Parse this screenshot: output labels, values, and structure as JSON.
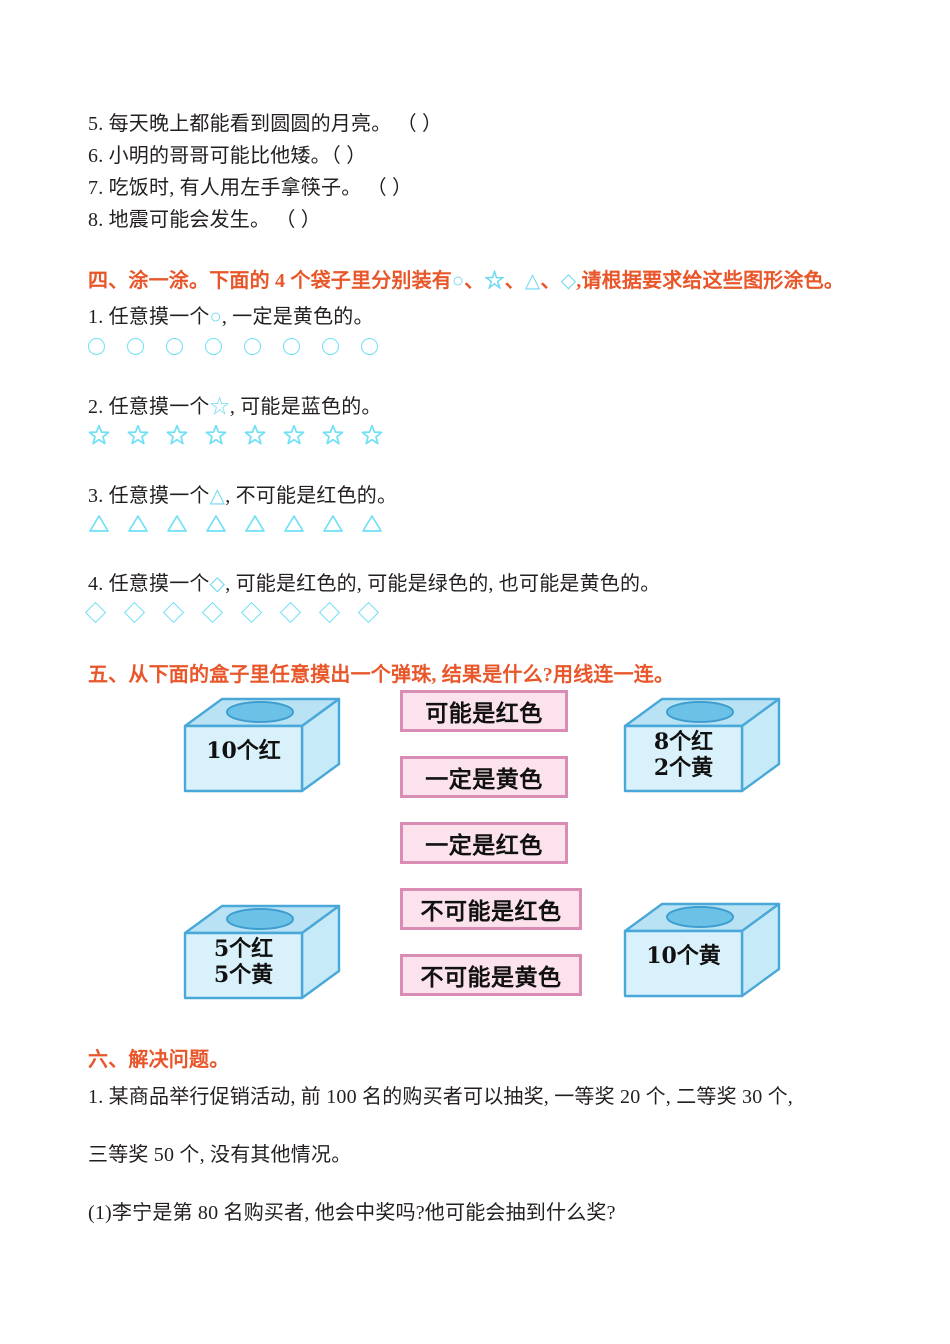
{
  "colors": {
    "heading": "#e8562a",
    "shape_cyan": "#6fe0f5",
    "box_top_face": "#b9e3f4",
    "box_front_face": "#d8f1fb",
    "box_side_face": "#c7eaf8",
    "box_stroke": "#4aa8d8",
    "box_hole": "#6cc2e6",
    "option_fill": "#fbe2ec",
    "option_border": "#d98cb4",
    "text": "#231f20"
  },
  "section_three_tail": {
    "items": [
      "5. 每天晚上都能看到圆圆的月亮。 （      ）",
      "6. 小明的哥哥可能比他矮。（      ）",
      "7. 吃饭时, 有人用左手拿筷子。 （      ）",
      "8. 地震可能会发生。     （      ）"
    ]
  },
  "section_four": {
    "heading_parts": {
      "a": "四、涂一涂。下面的 4 个袋子里分别装有",
      "s1": "○",
      "b": "、",
      "s2": "☆",
      "c": "、",
      "s3": "△",
      "d": "、",
      "s4": "◇",
      "e": ",请根据要求给这些图形涂色。"
    },
    "questions": [
      {
        "prefix": "1. 任意摸一个",
        "shape": "○",
        "suffix": ", 一定是黄色的。",
        "shape_kind": "circle",
        "count": 8
      },
      {
        "prefix": "2. 任意摸一个",
        "shape": "☆",
        "suffix": ", 可能是蓝色的。",
        "shape_kind": "star",
        "count": 8
      },
      {
        "prefix": "3. 任意摸一个",
        "shape": "△",
        "suffix": ", 不可能是红色的。",
        "shape_kind": "triangle",
        "count": 8
      },
      {
        "prefix": "4. 任意摸一个",
        "shape": "◇",
        "suffix": ", 可能是红色的, 可能是绿色的, 也可能是黄色的。",
        "shape_kind": "diamond",
        "count": 8
      }
    ]
  },
  "section_five": {
    "heading": "五、从下面的盒子里任意摸出一个弹珠, 结果是什么?用线连一连。",
    "boxes": [
      {
        "id": "box-top-left",
        "lines": [
          "10个红"
        ]
      },
      {
        "id": "box-top-right",
        "lines": [
          "8个红",
          "2个黄"
        ]
      },
      {
        "id": "box-bottom-left",
        "lines": [
          "5个红",
          "5个黄"
        ]
      },
      {
        "id": "box-bottom-right",
        "lines": [
          "10个黄"
        ]
      }
    ],
    "options": [
      "可能是红色",
      "一定是黄色",
      "一定是红色",
      "不可能是红色",
      "不可能是黄色"
    ]
  },
  "section_six": {
    "heading": "六、解决问题。",
    "problem_lines": [
      "1. 某商品举行促销活动, 前 100 名的购买者可以抽奖, 一等奖 20 个, 二等奖 30 个,",
      "三等奖 50 个, 没有其他情况。"
    ],
    "sub_questions": [
      "(1)李宁是第 80 名购买者, 他会中奖吗?他可能会抽到什么奖?"
    ]
  }
}
